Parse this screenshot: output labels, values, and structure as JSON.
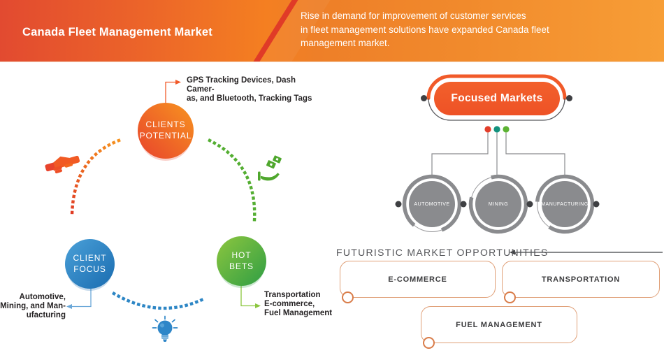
{
  "header": {
    "title": "Canada Fleet Management Market",
    "description": "Rise in demand for improvement of customer services\nin fleet management solutions have expanded Canada fleet\nmanagement market."
  },
  "cycle": {
    "nodes": [
      {
        "id": "clients-potential",
        "label": "CLIENTS\nPOTENTIAL",
        "annotation": "GPS Tracking Devices, Dash Camer-\nas, and Bluetooth, Tracking Tags"
      },
      {
        "id": "client-focus",
        "label": "CLIENT\nFOCUS",
        "annotation": "Automotive,\nMining, and Man-\nufacturing"
      },
      {
        "id": "hot-bets",
        "label": "HOT\nBETS",
        "annotation": "Transportation\nE-commerce,\nFuel Management"
      }
    ],
    "icons": [
      "handshake-icon",
      "money-hand-icon",
      "lightbulb-icon"
    ]
  },
  "focused_markets": {
    "title": "Focused Markets",
    "markets": [
      "AUTOMOTIVE",
      "MINING",
      "MANUFACTURING"
    ]
  },
  "opportunities": {
    "heading": "FUTURISTIC MARKET OPPORTUNITIES",
    "items": [
      "E-COMMERCE",
      "TRANSPORTATION",
      "FUEL MANAGEMENT"
    ]
  },
  "colors": {
    "header_red": "#e24a30",
    "header_orange": "#f79e36",
    "accent_orange": "#f05a28",
    "accent_blue": "#1a6cb0",
    "accent_green": "#2f9e44",
    "gray_circle": "#8a8b8e",
    "box_border": "#e0a078",
    "dot_red": "#e23e2a",
    "dot_teal": "#12917d",
    "dot_green": "#5cb233"
  }
}
